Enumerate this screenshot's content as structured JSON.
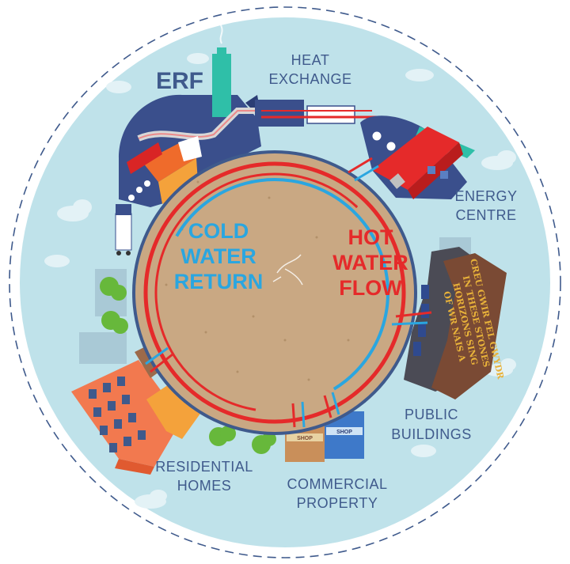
{
  "labels": {
    "erf": "ERF",
    "heat_exchange": [
      "HEAT",
      "EXCHANGE"
    ],
    "energy_centre": [
      "ENERGY",
      "CENTRE"
    ],
    "public_buildings": [
      "PUBLIC",
      "BUILDINGS"
    ],
    "commercial_property": [
      "COMMERCIAL",
      "PROPERTY"
    ],
    "residential_homes": [
      "RESIDENTIAL",
      "HOMES"
    ],
    "cold_water_return": [
      "COLD",
      "WATER",
      "RETURN"
    ],
    "hot_water_flow": [
      "HOT",
      "WATER",
      "FLOW"
    ]
  },
  "building_sign": [
    "CREU GWIR FEL GWYDR",
    "IN THESE STONES",
    "HORIZONS SING",
    "OF WR NAIS A"
  ],
  "shop_signs": [
    "SHOP",
    "SHOP"
  ],
  "colors": {
    "outer_disc": "#bfe2ea",
    "ground": "#c9a883",
    "hot_pipe": "#e52a2a",
    "cold_pipe": "#2aa6e0",
    "label_text": "#3f5a8c",
    "dashed_ring": "#3f5a8c"
  }
}
